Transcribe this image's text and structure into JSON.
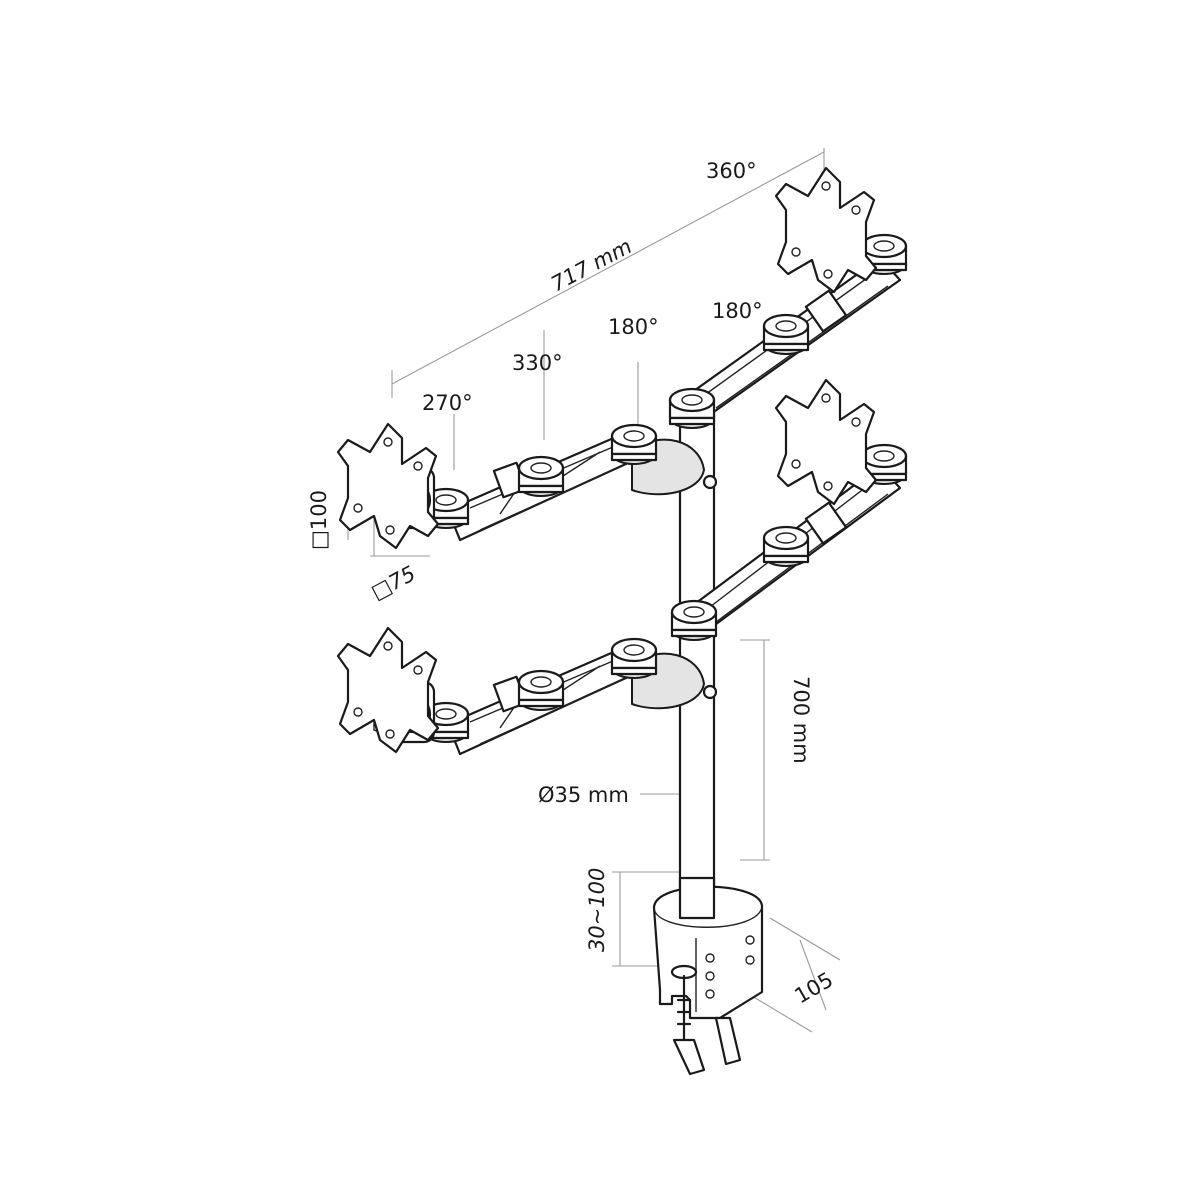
{
  "labels": {
    "rot_top_plate": "360°",
    "width_total": "717 mm",
    "rot_arm_right": "180°",
    "rot_arm_left": "180°",
    "rot_mid_joint": "330°",
    "rot_plate_left": "270°",
    "vesa_large": "□100",
    "vesa_small": "□75",
    "pole_height": "700 mm",
    "pole_diameter": "Ø35 mm",
    "clamp_range": "30~100",
    "clamp_depth": "105"
  }
}
